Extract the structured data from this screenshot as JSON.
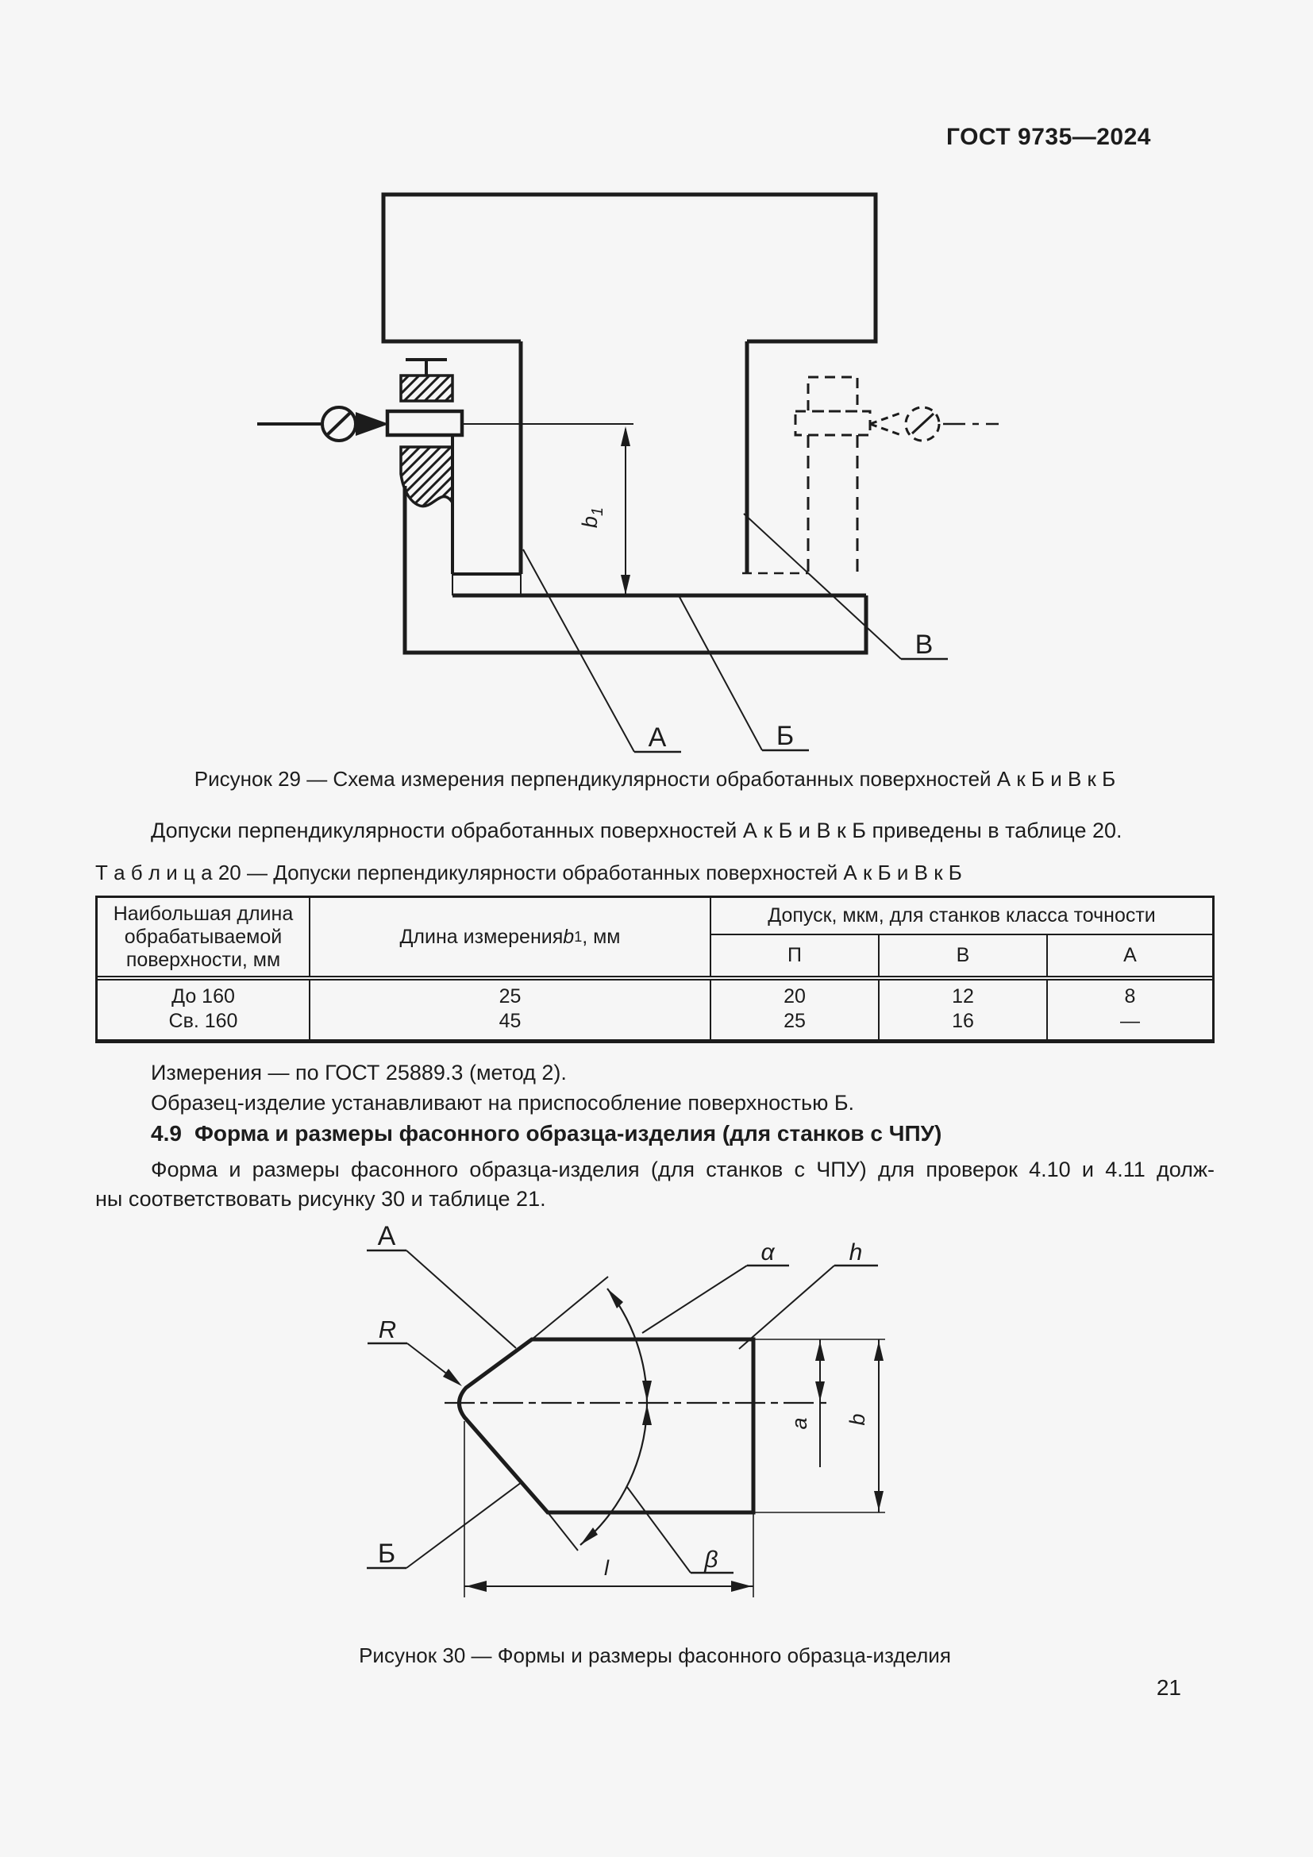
{
  "page": {
    "header": "ГОСТ 9735—2024",
    "number": "21"
  },
  "figure29": {
    "caption": "Рисунок 29 — Схема измерения перпендикулярности обработанных поверхностей А к Б и В к Б",
    "labels": {
      "surface_a": "А",
      "surface_b": "Б",
      "surface_v": "В",
      "dim_b1_base": "b",
      "dim_b1_sub": "1"
    }
  },
  "paragraph1": "Допуски перпендикулярности обработанных поверхностей А к Б и В к Б приведены в таблице 20.",
  "table20": {
    "caption": "Т а б л и ц а   20 — Допуски перпендикулярности обработанных поверхностей А к Б и В к Б",
    "col1_header": "Наибольшая длина обрабатываемой поверхности, мм",
    "col2_pre": "Длина измерения ",
    "col2_var": "b",
    "col2_sub": "1",
    "col2_post": ", мм",
    "group_header": "Допуск, мкм, для станков класса точности",
    "class_cols": [
      "П",
      "В",
      "А"
    ],
    "rows": [
      {
        "length": "До 160",
        "measure": "25",
        "p": "20",
        "v": "12",
        "a": "8"
      },
      {
        "length": "Св. 160",
        "measure": "45",
        "p": "25",
        "v": "16",
        "a": "—"
      }
    ]
  },
  "notes": [
    "Измерения — по ГОСТ 25889.3 (метод 2).",
    "Образец-изделие устанавливают на приспособление поверхностью Б."
  ],
  "section49": {
    "number": "4.9",
    "title": "Форма и размеры фасонного образца-изделия (для станков с ЧПУ)"
  },
  "paragraph2_line1": "Форма и размеры фасонного образца-изделия (для станков с ЧПУ) для проверок 4.10 и 4.11 долж-",
  "paragraph2_line2": "ны соответствовать рисунку 30 и таблице 21.",
  "figure30": {
    "caption": "Рисунок 30 — Формы и размеры фасонного образца-изделия",
    "labels": {
      "surface_a": "А",
      "radius": "R",
      "surface_b": "Б",
      "alpha": "α",
      "beta": "β",
      "h": "h",
      "a": "a",
      "b": "b",
      "l": "l"
    }
  }
}
